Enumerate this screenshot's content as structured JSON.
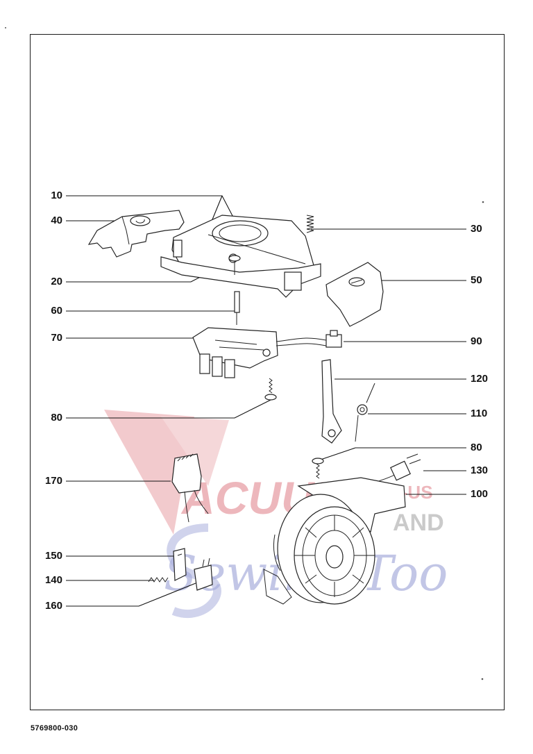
{
  "document": {
    "drawing_number": "5769800-030"
  },
  "callouts_left": [
    {
      "id": "10",
      "text": "10"
    },
    {
      "id": "40",
      "text": "40"
    },
    {
      "id": "20",
      "text": "20"
    },
    {
      "id": "60",
      "text": "60"
    },
    {
      "id": "70",
      "text": "70"
    },
    {
      "id": "80a",
      "text": "80"
    },
    {
      "id": "170",
      "text": "170"
    },
    {
      "id": "150",
      "text": "150"
    },
    {
      "id": "140",
      "text": "140"
    },
    {
      "id": "160",
      "text": "160"
    }
  ],
  "callouts_right": [
    {
      "id": "30",
      "text": "30"
    },
    {
      "id": "50",
      "text": "50"
    },
    {
      "id": "90",
      "text": "90"
    },
    {
      "id": "120",
      "text": "120"
    },
    {
      "id": "110",
      "text": "110"
    },
    {
      "id": "80b",
      "text": "80"
    },
    {
      "id": "130",
      "text": "130"
    },
    {
      "id": "100",
      "text": "100"
    }
  ],
  "watermark": {
    "line1": "VACUUMS-R-US",
    "line2": "AND",
    "line3": "Sewing Too",
    "colors": {
      "red": "#e8a0a6",
      "blue": "#a9aedc",
      "gray": "#bdbdbd"
    }
  }
}
